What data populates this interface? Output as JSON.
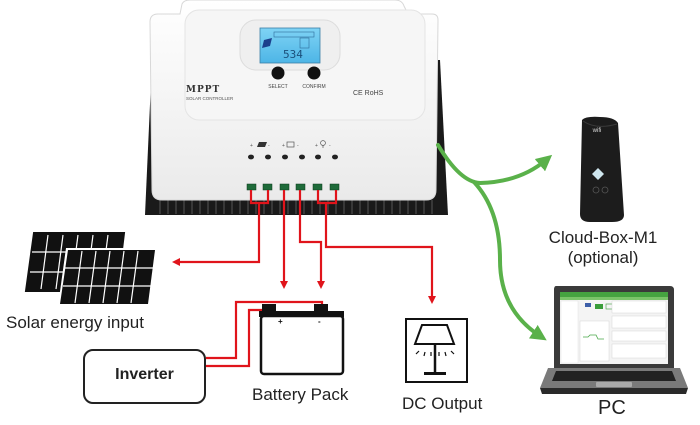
{
  "controller": {
    "brand": "MPPT",
    "subtitle": "SOLAR CONTROLLER",
    "lcd_reading": "534",
    "buttons": [
      {
        "label": "SELECT"
      },
      {
        "label": "CONFIRM"
      }
    ],
    "certification": "CE RoHS",
    "terminal_groups": [
      {
        "icon": "solar-panel-icon",
        "plus": "+",
        "minus": "-"
      },
      {
        "icon": "battery-icon",
        "plus": "+",
        "minus": "-"
      },
      {
        "icon": "lamp-icon",
        "plus": "+",
        "minus": "-"
      }
    ]
  },
  "components": {
    "solar": {
      "label": "Solar energy input"
    },
    "inverter": {
      "label": "Inverter"
    },
    "battery": {
      "label": "Battery Pack",
      "plus": "+",
      "minus": "-"
    },
    "dc_output": {
      "label": "DC Output"
    },
    "cloud_box": {
      "label": "Cloud-Box-M1",
      "sublabel": "(optional)",
      "badge": "wifi"
    },
    "pc": {
      "label": "PC"
    }
  },
  "colors": {
    "wire": "#e0141b",
    "link": "#5ab14a",
    "lcd": "#5bc3ee",
    "terminal": "#1f6b3a"
  }
}
